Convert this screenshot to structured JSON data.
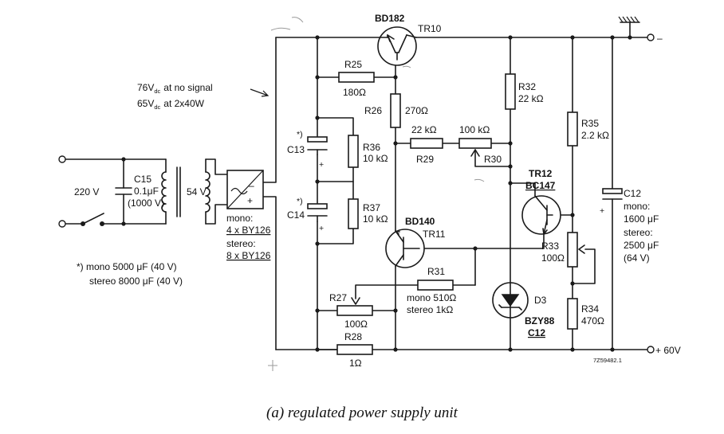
{
  "title": "(a) regulated power supply unit",
  "drawing_number": "7Z59482.1",
  "supply_notes": {
    "line1_value": "76V",
    "line1_sub": "dc",
    "line1_text": "at no signal",
    "line2_value": "65V",
    "line2_sub": "dc",
    "line2_text": "at 2x40W"
  },
  "footnote": {
    "line1": "*) mono 5000 μF (40 V)",
    "line2": "stereo 8000 μF (40 V)"
  },
  "mains_label": "220 V",
  "c15": {
    "ref": "C15",
    "value": "0.1μF",
    "rating": "(1000 V)"
  },
  "transformer_label": "54 V",
  "rectifier": {
    "mono_label": "mono:",
    "mono_parts": "4 x BY126",
    "stereo_label": "stereo:",
    "stereo_parts": "8 x BY126"
  },
  "c13": {
    "ref": "C13",
    "mark": "*)"
  },
  "c14": {
    "ref": "C14",
    "mark": "*)"
  },
  "r25": {
    "ref": "R25",
    "value": "180Ω"
  },
  "r26": {
    "ref": "R26",
    "value": "270Ω"
  },
  "r36": {
    "ref": "R36",
    "value": "10 kΩ"
  },
  "r37": {
    "ref": "R37",
    "value": "10 kΩ"
  },
  "r29": {
    "ref": "R29",
    "value": "22 kΩ"
  },
  "r30": {
    "ref": "R30",
    "value": "100 kΩ"
  },
  "r32": {
    "ref": "R32",
    "value": "22 kΩ"
  },
  "r35": {
    "ref": "R35",
    "value": "2.2 kΩ"
  },
  "r31": {
    "ref": "R31",
    "value1": "mono 510Ω",
    "value2": "stereo 1kΩ"
  },
  "r27": {
    "ref": "R27",
    "value": "100Ω"
  },
  "r28": {
    "ref": "R28",
    "value": "1Ω"
  },
  "r33": {
    "ref": "R33",
    "value": "100Ω"
  },
  "r34": {
    "ref": "R34",
    "value": "470Ω"
  },
  "tr10": {
    "type": "BD182",
    "ref": "TR10"
  },
  "tr11": {
    "type": "BD140",
    "ref": "TR11"
  },
  "tr12": {
    "type": "BC147",
    "ref": "TR12"
  },
  "d3": {
    "ref": "D3",
    "type": "BZY88",
    "variant": "C12"
  },
  "c12": {
    "ref": "C12",
    "mono_label": "mono:",
    "mono_value": "1600 μF",
    "stereo_label": "stereo:",
    "stereo_value": "2500 μF",
    "rating": "(64 V)"
  },
  "output_negative": "–",
  "output_positive": "+ 60V",
  "plus_sign": "+",
  "minus_sign": "–"
}
